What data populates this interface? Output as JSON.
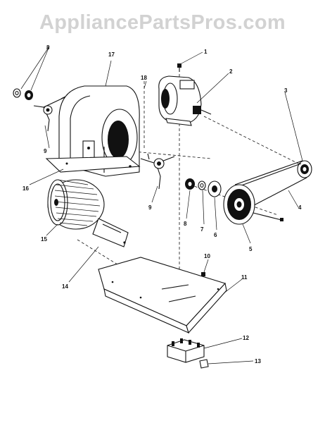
{
  "watermark": "AppliancePartsPros.com",
  "callouts": [
    {
      "id": "callout-1",
      "label": "1"
    },
    {
      "id": "callout-2",
      "label": "2"
    },
    {
      "id": "callout-3",
      "label": "3"
    },
    {
      "id": "callout-4",
      "label": "4"
    },
    {
      "id": "callout-5",
      "label": "5"
    },
    {
      "id": "callout-6",
      "label": "6"
    },
    {
      "id": "callout-7",
      "label": "7"
    },
    {
      "id": "callout-8a",
      "label": "8"
    },
    {
      "id": "callout-8b",
      "label": "8"
    },
    {
      "id": "callout-9a",
      "label": "9"
    },
    {
      "id": "callout-9b",
      "label": "9"
    },
    {
      "id": "callout-10",
      "label": "10"
    },
    {
      "id": "callout-11",
      "label": "11"
    },
    {
      "id": "callout-12",
      "label": "12"
    },
    {
      "id": "callout-13",
      "label": "13"
    },
    {
      "id": "callout-14",
      "label": "14"
    },
    {
      "id": "callout-15",
      "label": "15"
    },
    {
      "id": "callout-16",
      "label": "16"
    },
    {
      "id": "callout-17",
      "label": "17"
    },
    {
      "id": "callout-18",
      "label": "18"
    }
  ]
}
